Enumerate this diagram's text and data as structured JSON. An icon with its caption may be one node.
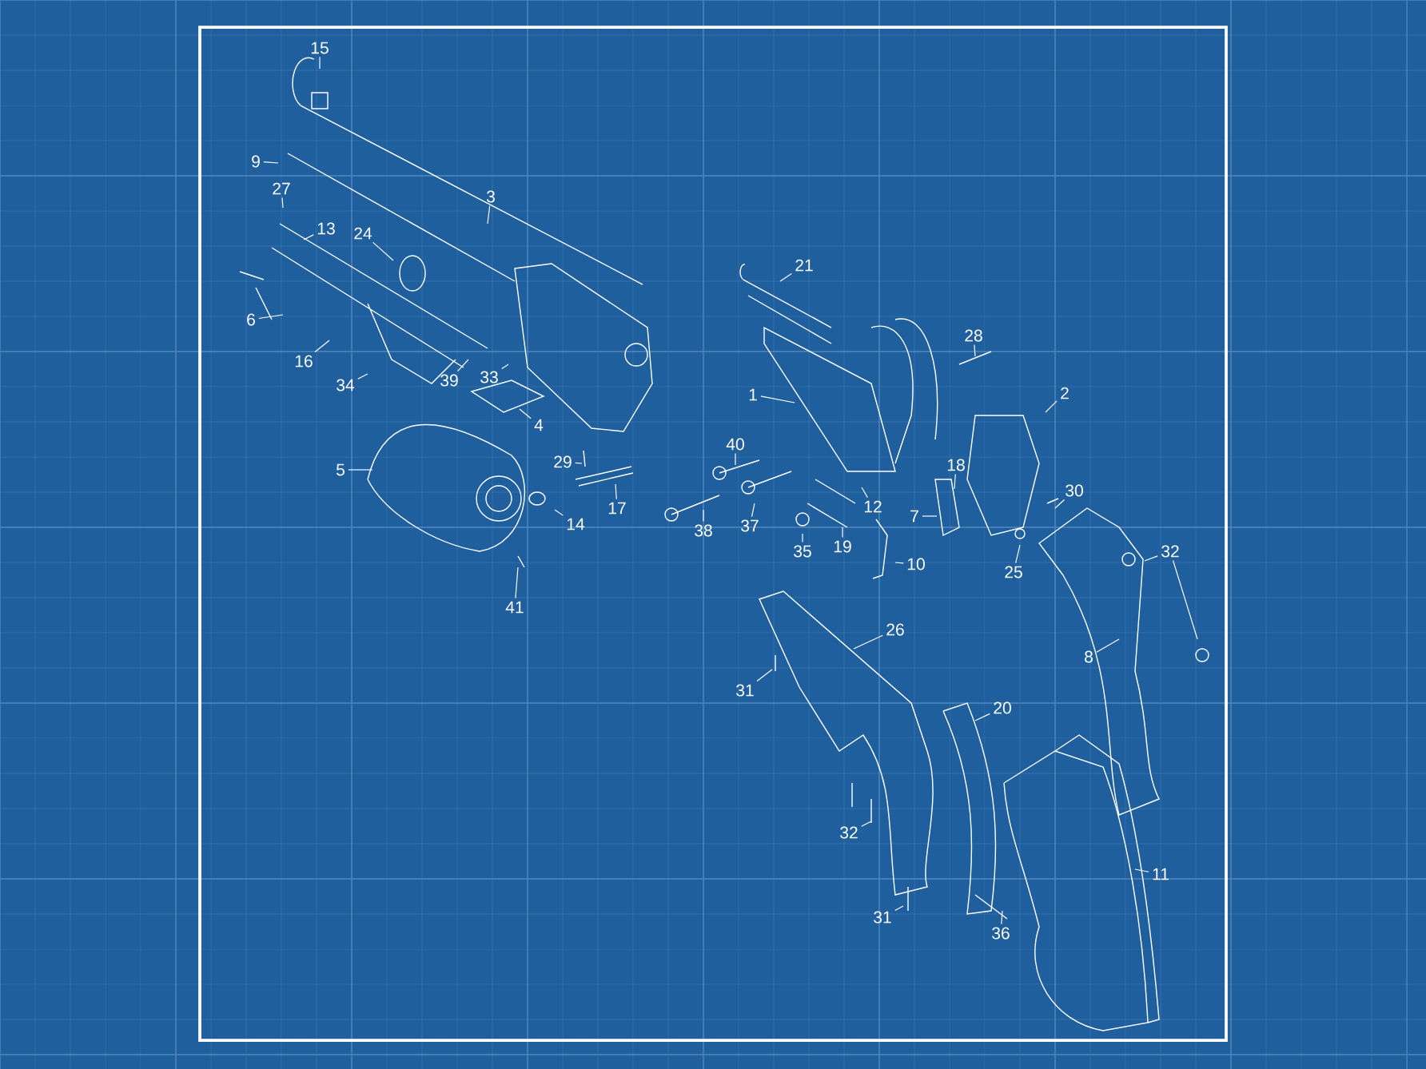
{
  "diagram": {
    "nodes": [
      {
        "text": [
          "15"
        ]
      },
      {
        "text": [
          "9"
        ]
      },
      {
        "text": [
          "3"
        ]
      },
      {
        "text": [
          "27"
        ]
      },
      {
        "text": [
          "13"
        ]
      },
      {
        "text": [
          "24"
        ]
      },
      {
        "text": [
          "6"
        ]
      },
      {
        "text": [
          "16"
        ]
      },
      {
        "text": [
          "34"
        ]
      },
      {
        "text": [
          "39"
        ]
      },
      {
        "text": [
          "33"
        ]
      },
      {
        "text": [
          "4"
        ]
      },
      {
        "text": [
          "5"
        ]
      },
      {
        "text": [
          "29"
        ]
      },
      {
        "text": [
          "17"
        ]
      },
      {
        "text": [
          "14"
        ]
      },
      {
        "text": [
          "41"
        ]
      },
      {
        "text": [
          "21"
        ]
      },
      {
        "text": [
          "28"
        ]
      },
      {
        "text": [
          "1"
        ]
      },
      {
        "text": [
          "2"
        ]
      },
      {
        "text": [
          "40"
        ]
      },
      {
        "text": [
          "18"
        ]
      },
      {
        "text": [
          "30"
        ]
      },
      {
        "text": [
          "38"
        ]
      },
      {
        "text": [
          "37"
        ]
      },
      {
        "text": [
          "35"
        ]
      },
      {
        "text": [
          "19"
        ]
      },
      {
        "text": [
          "12"
        ]
      },
      {
        "text": [
          "7"
        ]
      },
      {
        "text": [
          "10"
        ]
      },
      {
        "text": [
          "25"
        ]
      },
      {
        "text": [
          "32"
        ]
      },
      {
        "text": [
          "26"
        ]
      },
      {
        "text": [
          "8"
        ]
      },
      {
        "text": [
          "31"
        ]
      },
      {
        "text": [
          "20"
        ]
      },
      {
        "text": [
          "32"
        ]
      },
      {
        "text": [
          "11"
        ]
      },
      {
        "text": [
          "31"
        ]
      },
      {
        "text": [
          "36"
        ]
      }
    ],
    "edges": [
      {
        "from": 0,
        "to": null,
        "arrow": "none"
      },
      {
        "from": 1,
        "to": null,
        "arrow": "none"
      },
      {
        "from": 2,
        "to": null,
        "arrow": "none"
      },
      {
        "from": 3,
        "to": null,
        "arrow": "none"
      },
      {
        "from": 4,
        "to": null,
        "arrow": "none"
      },
      {
        "from": 5,
        "to": null,
        "arrow": "none"
      },
      {
        "from": 6,
        "to": null,
        "arrow": "none"
      },
      {
        "from": 7,
        "to": null,
        "arrow": "none"
      },
      {
        "from": 8,
        "to": null,
        "arrow": "none"
      },
      {
        "from": 9,
        "to": null,
        "arrow": "none"
      },
      {
        "from": 10,
        "to": null,
        "arrow": "none"
      },
      {
        "from": 11,
        "to": null,
        "arrow": "none"
      },
      {
        "from": 12,
        "to": null,
        "arrow": "none"
      },
      {
        "from": 13,
        "to": null,
        "arrow": "none"
      },
      {
        "from": 14,
        "to": null,
        "arrow": "none"
      },
      {
        "from": 15,
        "to": null,
        "arrow": "none"
      },
      {
        "from": 16,
        "to": null,
        "arrow": "none"
      },
      {
        "from": 17,
        "to": null,
        "arrow": "none"
      },
      {
        "from": 18,
        "to": null,
        "arrow": "none"
      },
      {
        "from": 19,
        "to": null,
        "arrow": "none"
      },
      {
        "from": 20,
        "to": null,
        "arrow": "none"
      },
      {
        "from": 21,
        "to": null,
        "arrow": "none"
      },
      {
        "from": 22,
        "to": null,
        "arrow": "none"
      },
      {
        "from": 23,
        "to": null,
        "arrow": "none"
      },
      {
        "from": 24,
        "to": null,
        "arrow": "none"
      },
      {
        "from": 25,
        "to": null,
        "arrow": "none"
      },
      {
        "from": 26,
        "to": null,
        "arrow": "none"
      },
      {
        "from": 27,
        "to": null,
        "arrow": "none"
      },
      {
        "from": 28,
        "to": null,
        "arrow": "none"
      },
      {
        "from": 29,
        "to": null,
        "arrow": "none"
      },
      {
        "from": 30,
        "to": null,
        "arrow": "none"
      },
      {
        "from": 31,
        "to": null,
        "arrow": "none"
      },
      {
        "from": 32,
        "to": null,
        "arrow": "none"
      },
      {
        "from": 32,
        "to": null,
        "arrow": "none"
      },
      {
        "from": 33,
        "to": null,
        "arrow": "none"
      },
      {
        "from": 34,
        "to": null,
        "arrow": "none"
      },
      {
        "from": 35,
        "to": null,
        "arrow": "none"
      },
      {
        "from": 36,
        "to": null,
        "arrow": "none"
      },
      {
        "from": 37,
        "to": null,
        "arrow": "none"
      },
      {
        "from": 38,
        "to": null,
        "arrow": "none"
      },
      {
        "from": 39,
        "to": null,
        "arrow": "none"
      },
      {
        "from": 40,
        "to": null,
        "arrow": "none"
      }
    ]
  }
}
